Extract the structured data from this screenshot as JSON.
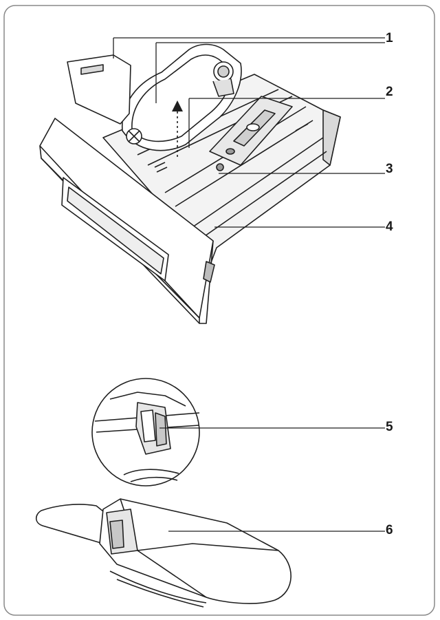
{
  "callouts": [
    {
      "label": "1"
    },
    {
      "label": "2"
    },
    {
      "label": "3"
    },
    {
      "label": "4"
    },
    {
      "label": "5"
    },
    {
      "label": "6"
    }
  ],
  "colors": {
    "line": "#1f1f1f",
    "panel_bg": "#ffffff",
    "shade": "#d9d9d9",
    "shade_dark": "#b5b5b5"
  }
}
